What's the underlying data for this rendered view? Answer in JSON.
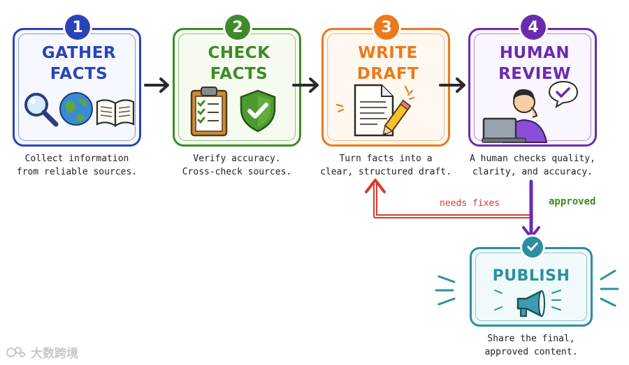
{
  "steps": [
    {
      "number": "1",
      "title": "GATHER\nFACTS",
      "desc": [
        "Collect information",
        "from reliable sources."
      ],
      "color": "#2a44b8"
    },
    {
      "number": "2",
      "title": "CHECK\nFACTS",
      "desc": [
        "Verify accuracy.",
        "Cross-check sources."
      ],
      "color": "#3f8a2a"
    },
    {
      "number": "3",
      "title": "WRITE\nDRAFT",
      "desc": [
        "Turn facts into a",
        "clear, structured draft."
      ],
      "color": "#ec7a1c"
    },
    {
      "number": "4",
      "title": "HUMAN\nREVIEW",
      "desc": [
        "A human checks quality,",
        "clarity, and accuracy."
      ],
      "color": "#6a2bb0"
    }
  ],
  "publish": {
    "title": "PUBLISH",
    "desc": [
      "Share the final,",
      "approved content."
    ],
    "color": "#2b8fa0"
  },
  "feedback": {
    "needs_fixes": "needs fixes",
    "approved": "approved",
    "fix_color": "#d93a2b",
    "approved_color": "#3a8a1f"
  },
  "watermark": "大数跨境",
  "icons": [
    "magnifier-icon",
    "globe-icon",
    "book-icon",
    "clipboard-icon",
    "shield-check-icon",
    "document-icon",
    "pencil-icon",
    "person-laptop-icon",
    "checkmark-bubble-icon",
    "megaphone-icon"
  ]
}
